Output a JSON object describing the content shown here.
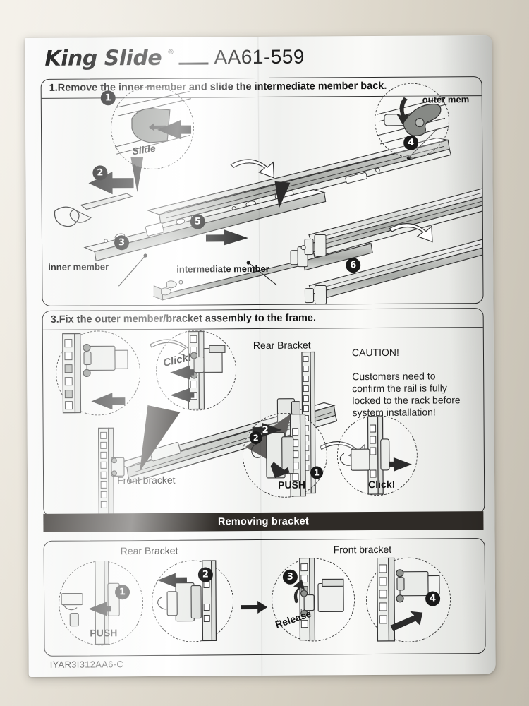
{
  "document": {
    "brand": "King Slide",
    "registered_mark": "®",
    "model": "AA61-559",
    "footer_code": "IYAR3I312AA6-C"
  },
  "panels": [
    {
      "id": "step1",
      "title": "1.Remove the inner member and slide the intermediate member back.",
      "callouts": [
        "1",
        "2",
        "3",
        "4",
        "5",
        "6"
      ],
      "labels": [
        "Slide",
        "inner member",
        "intermediate member",
        "outer mem"
      ]
    },
    {
      "id": "step3",
      "title": "3.Fix the outer member/bracket assembly to the frame.",
      "callouts": [
        "1",
        "2",
        "1",
        "2"
      ],
      "labels": [
        "Click!",
        "Front bracket",
        "Rear Bracket",
        "PUSH",
        "Click!"
      ],
      "caution": {
        "heading": "CAUTION!",
        "body": "Customers need to\nconfirm the rail is fully\nlocked to the rack before\nsystem installation!"
      }
    },
    {
      "id": "removing",
      "banner": "Removing bracket",
      "labels": [
        "Rear Bracket",
        "Front bracket",
        "PUSH",
        "Release"
      ],
      "callouts": [
        "1",
        "2",
        "3",
        "4"
      ]
    }
  ],
  "colors": {
    "ink": "#1a1a1a",
    "paper": "#fafafa",
    "banner_bg": "#2f2b27",
    "backdrop": "#e9e3d6"
  }
}
